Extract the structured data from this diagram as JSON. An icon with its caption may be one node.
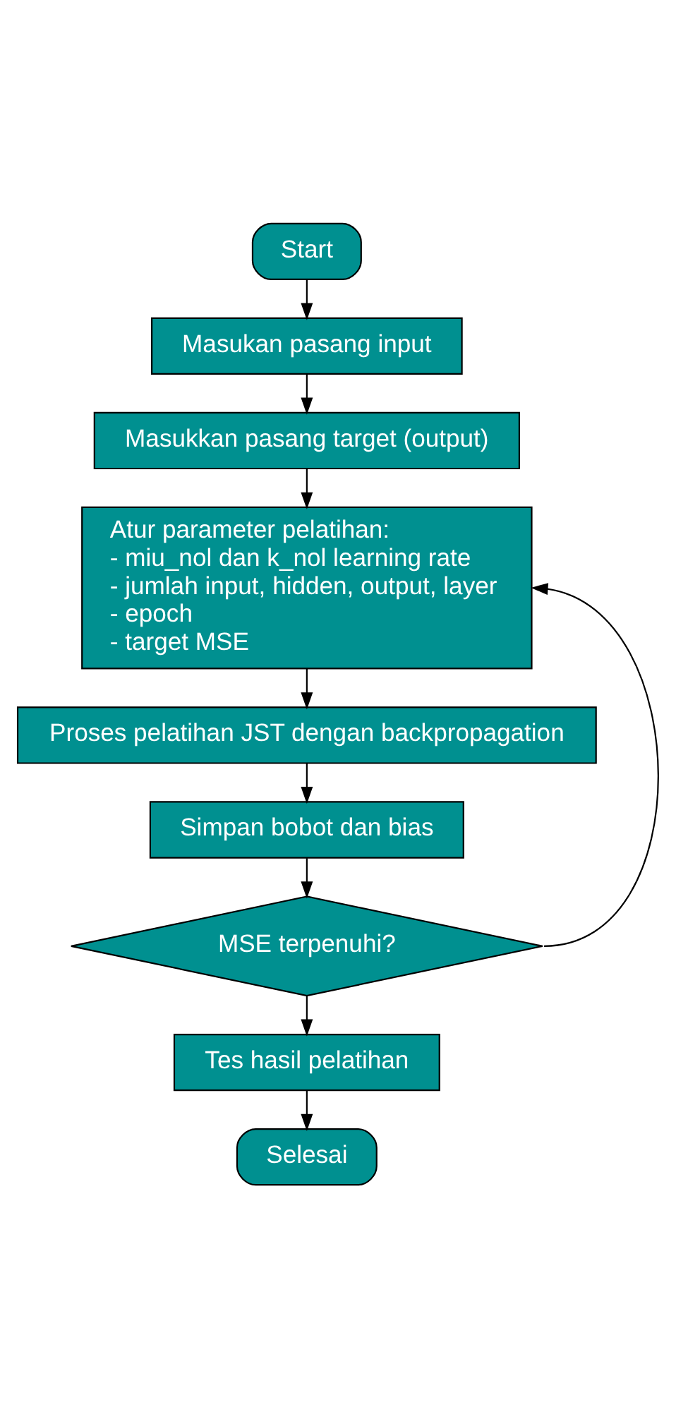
{
  "diagram": {
    "nodes": [
      {
        "text": [
          "Start"
        ]
      },
      {
        "text": [
          "Masukan pasang input"
        ]
      },
      {
        "text": [
          "Masukkan pasang target (output)"
        ]
      },
      {
        "text": [
          "Atur parameter pelatihan:",
          "- miu_nol dan k_nol learning rate",
          "- jumlah input, hidden, output, layer",
          "- epoch",
          "- target MSE"
        ]
      },
      {
        "text": [
          "Proses pelatihan JST dengan backpropagation"
        ]
      },
      {
        "text": [
          "Simpan bobot dan bias"
        ]
      },
      {
        "text": [
          "MSE terpenuhi?"
        ]
      },
      {
        "text": [
          "Tes hasil pelatihan"
        ]
      },
      {
        "text": [
          "Selesai"
        ]
      }
    ],
    "edges": [
      {
        "from": 0,
        "to": 1,
        "arrow": "to"
      },
      {
        "from": 1,
        "to": 2,
        "arrow": "to"
      },
      {
        "from": 2,
        "to": 3,
        "arrow": "to"
      },
      {
        "from": 3,
        "to": 4,
        "arrow": "to"
      },
      {
        "from": 4,
        "to": 5,
        "arrow": "to"
      },
      {
        "from": 5,
        "to": 6,
        "arrow": "to"
      },
      {
        "from": 6,
        "to": 7,
        "arrow": "to"
      },
      {
        "from": 7,
        "to": 8,
        "arrow": "to"
      },
      {
        "from": 6,
        "to": 3,
        "arrow": "to"
      }
    ]
  }
}
